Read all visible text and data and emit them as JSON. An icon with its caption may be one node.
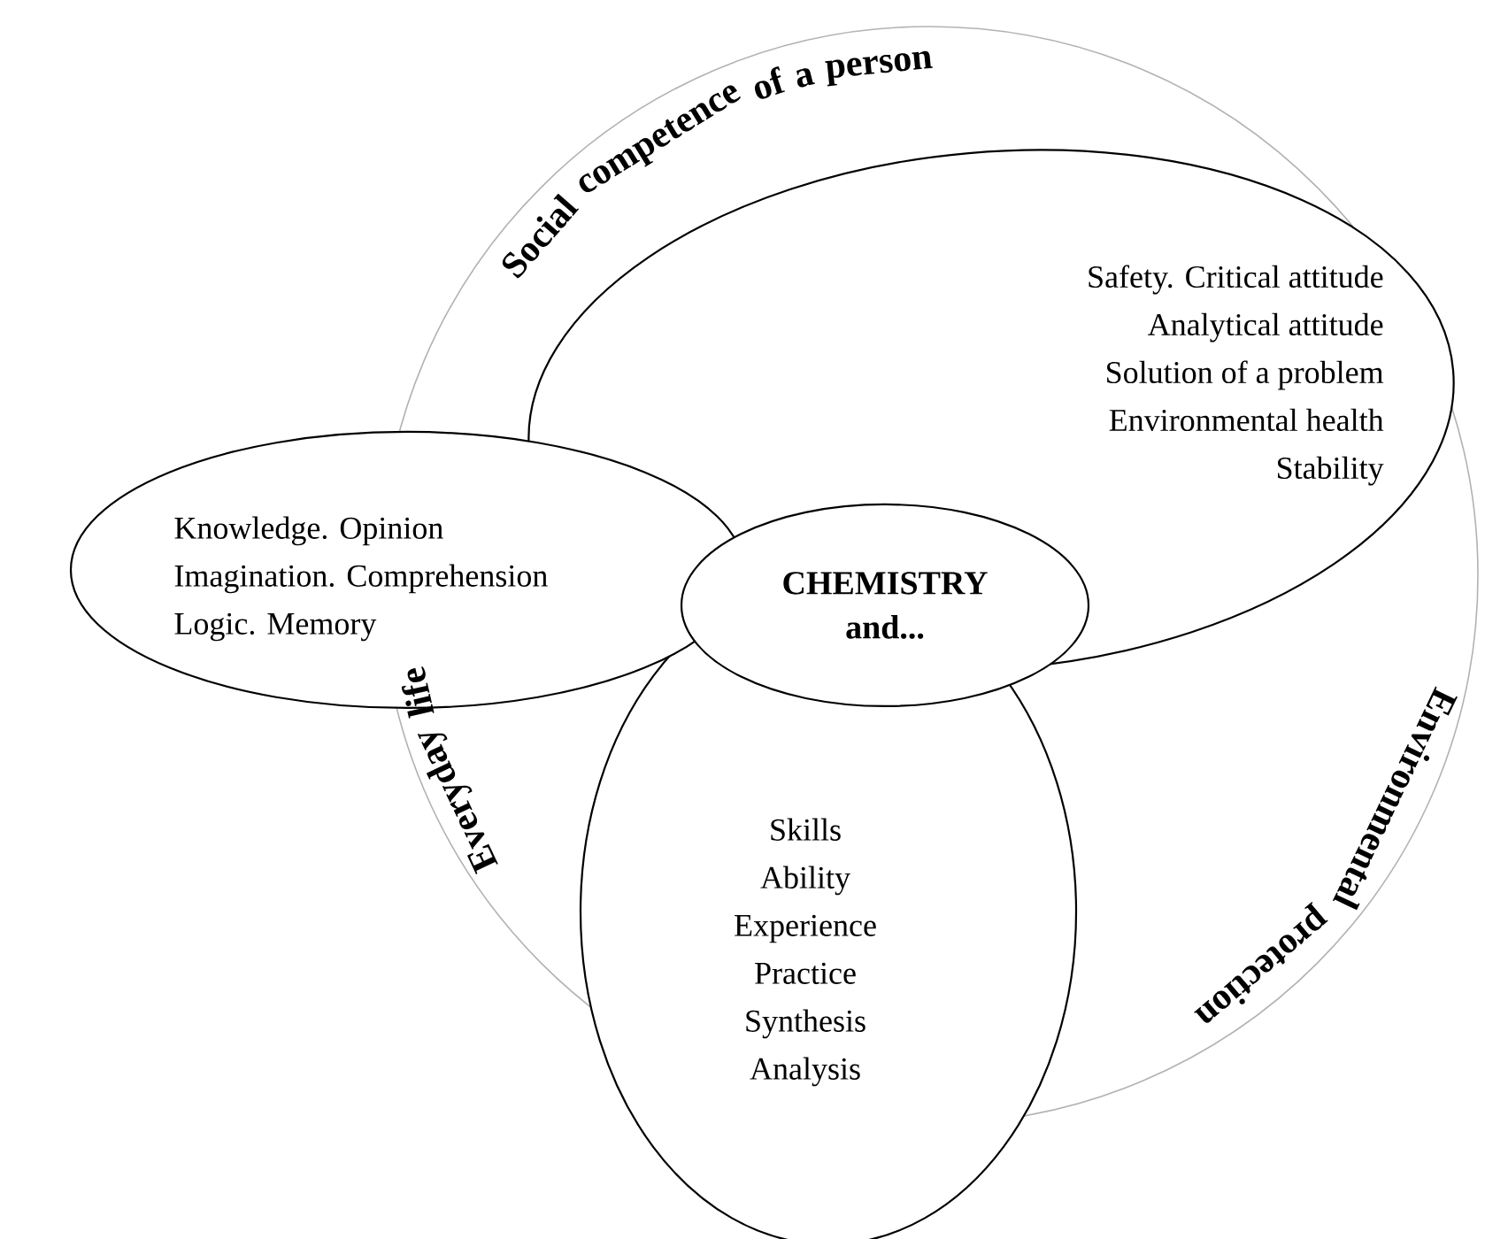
{
  "diagram": {
    "nodes": [
      {
        "text": [
          "Safety. Critical attitude",
          "Analytical attitude",
          "Solution of a problem",
          "Environmental health",
          "Stability"
        ]
      },
      {
        "text": [
          "Knowledge. Opinion",
          "Imagination. Comprehension",
          "Logic. Memory"
        ]
      },
      {
        "text": [
          "CHEMISTRY and..."
        ]
      },
      {
        "text": [
          "Skills",
          "Ability",
          "Experience",
          "Practice",
          "Synthesis",
          "Analysis"
        ]
      }
    ],
    "edges": [],
    "labels": [
      "Social competence of a person",
      "Environmental protection",
      "Everyday life"
    ]
  }
}
